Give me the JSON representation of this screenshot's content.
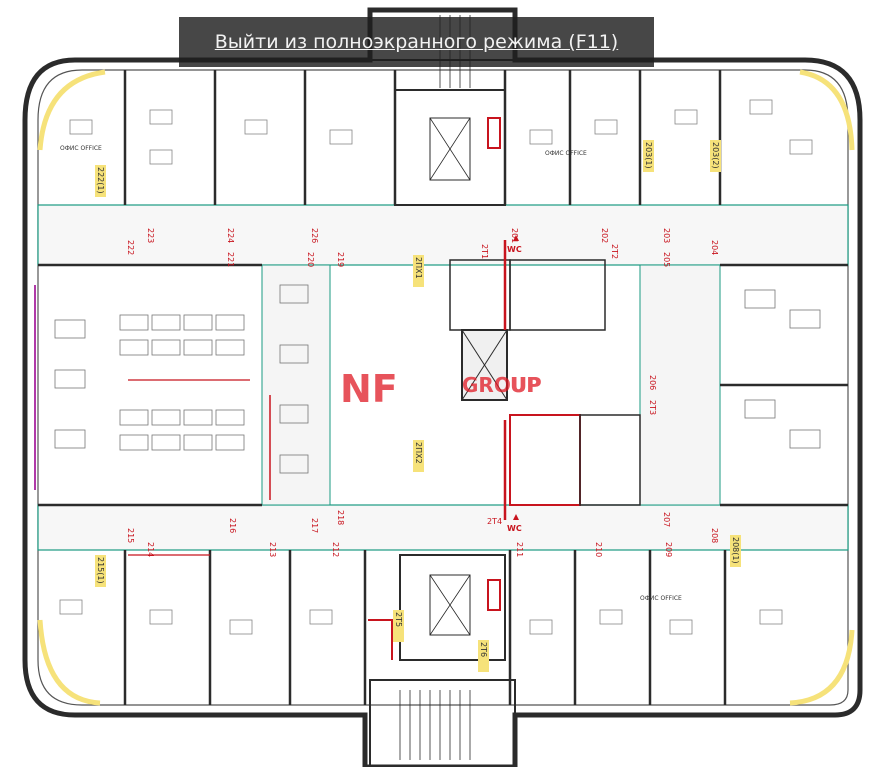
{
  "exit_fullscreen": {
    "label": "Выйти из полноэкранного режима (F11)"
  },
  "watermark": {
    "main": "NF",
    "accent": "GROUP",
    "tail": "UP"
  },
  "colors": {
    "wall": "#2b2b2b",
    "partition": "#1a9a82",
    "door": "#c8141e",
    "highlight": "#f6e27a",
    "watermark": "#e01a25"
  },
  "rooms_top": [
    "223",
    "224",
    "226",
    "222",
    "221",
    "220",
    "219",
    "201",
    "202",
    "203",
    "205",
    "204"
  ],
  "rooms_bottom": [
    "218",
    "216",
    "217",
    "215",
    "214",
    "213",
    "212",
    "211",
    "210",
    "209",
    "207",
    "208"
  ],
  "rooms_side": [
    "206",
    "2Т3",
    "2Т1",
    "2Т2"
  ],
  "highlight_labels": [
    "222(1)",
    "203(1)",
    "203(2)",
    "215(1)",
    "208(1)",
    "2ПХ1",
    "2ПХ2",
    "2Т6",
    "2Т5"
  ],
  "wc": [
    "WC",
    "WC"
  ],
  "stairs": [
    "2Т4"
  ],
  "office_label": "ОФИС OFFICE"
}
